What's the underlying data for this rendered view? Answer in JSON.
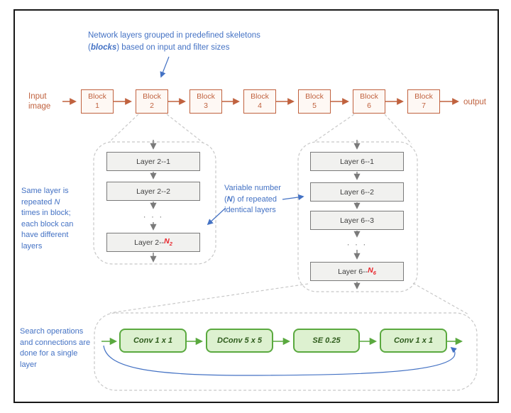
{
  "colors": {
    "orange": "#C0623F",
    "blue": "#4472C4",
    "green_border": "#5AA93F",
    "green_fill": "#DDF1D0",
    "gray_border": "#7A7A7A",
    "gray_fill": "#F1F1EF",
    "red": "#E8262D"
  },
  "notes": {
    "top": {
      "l1": "Network layers grouped in predefined skeletons",
      "l2_open": "(",
      "l2_bold": "blocks",
      "l2_rest": ") based on input and filter sizes"
    },
    "left": {
      "l1": "Same layer is",
      "l2a": "repeated ",
      "l2b": "N",
      "l3": "times in block;",
      "l4": "each block can",
      "l5": "have different",
      "l6": "layers"
    },
    "middle": {
      "l1": "Variable number",
      "l2a": "(",
      "l2b": "N",
      "l2c": ") of repeated",
      "l3": "identical layers"
    },
    "bottom_left": {
      "l1": "Search operations",
      "l2": "and connections are",
      "l3": "done for a single",
      "l4": "layer"
    }
  },
  "chain": {
    "input_line1": "Input",
    "input_line2": "image",
    "output_label": "output",
    "blocks": [
      {
        "word": "Block",
        "num": "1"
      },
      {
        "word": "Block",
        "num": "2"
      },
      {
        "word": "Block",
        "num": "3"
      },
      {
        "word": "Block",
        "num": "4"
      },
      {
        "word": "Block",
        "num": "5"
      },
      {
        "word": "Block",
        "num": "6"
      },
      {
        "word": "Block",
        "num": "7"
      }
    ]
  },
  "block2": {
    "layers": [
      "Layer 2--1",
      "Layer 2--2"
    ],
    "dots": "· · ·",
    "last": {
      "prefix": "Layer 2--",
      "n": "N",
      "sub": "2"
    }
  },
  "block6": {
    "layers": [
      "Layer 6--1",
      "Layer 6--2",
      "Layer 6--3"
    ],
    "dots": "· · ·",
    "last": {
      "prefix": "Layer 6--",
      "n": "N",
      "sub": "6"
    }
  },
  "ops": [
    "Conv 1 x 1",
    "DConv 5 x 5",
    "SE 0.25",
    "Conv 1 x 1"
  ]
}
